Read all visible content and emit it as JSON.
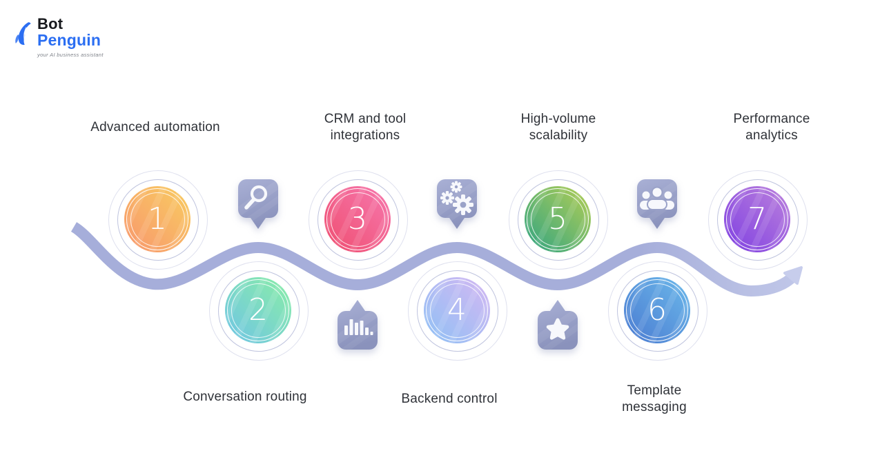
{
  "logo": {
    "bot": "Bot",
    "penguin": "Penguin",
    "tagline": "your AI business assistant"
  },
  "steps": [
    {
      "number": "1",
      "label": "Advanced automation",
      "row": "top",
      "gradient": [
        "#F8CD60",
        "#F8966E"
      ]
    },
    {
      "number": "2",
      "label": "Conversation routing",
      "row": "bottom",
      "gradient": [
        "#8AEEA6",
        "#6FC4E6"
      ]
    },
    {
      "number": "3",
      "label": "CRM and tool\nintegrations",
      "row": "top",
      "gradient": [
        "#F678AE",
        "#EF4E70"
      ]
    },
    {
      "number": "4",
      "label": "Backend control",
      "row": "bottom",
      "gradient": [
        "#D5B7F2",
        "#8EC1F5"
      ]
    },
    {
      "number": "5",
      "label": "High-volume\nscalability",
      "row": "top",
      "gradient": [
        "#B5CE54",
        "#2FA483"
      ]
    },
    {
      "number": "6",
      "label": "Template\nmessaging",
      "row": "bottom",
      "gradient": [
        "#6CB9EA",
        "#4A7AD1"
      ]
    },
    {
      "number": "7",
      "label": "Performance\nanalytics",
      "row": "top",
      "gradient": [
        "#BC82DC",
        "#7E3FE2"
      ]
    }
  ],
  "badges": [
    {
      "icon": "search-icon",
      "attached_to_step": "2",
      "direction": "down"
    },
    {
      "icon": "bar-chart-icon",
      "attached_to_step": "3",
      "direction": "up"
    },
    {
      "icon": "gears-icon",
      "attached_to_step": "4",
      "direction": "down"
    },
    {
      "icon": "star-icon",
      "attached_to_step": "5",
      "direction": "up"
    },
    {
      "icon": "users-icon",
      "attached_to_step": "6",
      "direction": "down"
    }
  ],
  "palette": {
    "wave": "#A6AEDA",
    "wave_mid": "#B9C0E4",
    "wave_light": "#CBD1F0",
    "arrow": "#C7CDEC",
    "badge_top": "#A9B0D5",
    "badge_bottom": "#8A92BC",
    "badge_base": "#9AA2C8",
    "icon_white": "#F7F8FC",
    "ring_inner": "rgba(126,136,190,0.50)",
    "ring_outer": "rgba(126,136,190,0.26)",
    "text": "#2F3238",
    "number_white": "#FFFFFF",
    "brand_dark": "#17191D",
    "brand_blue": "#2B6EF2",
    "tagline_gray": "#7F838A"
  }
}
